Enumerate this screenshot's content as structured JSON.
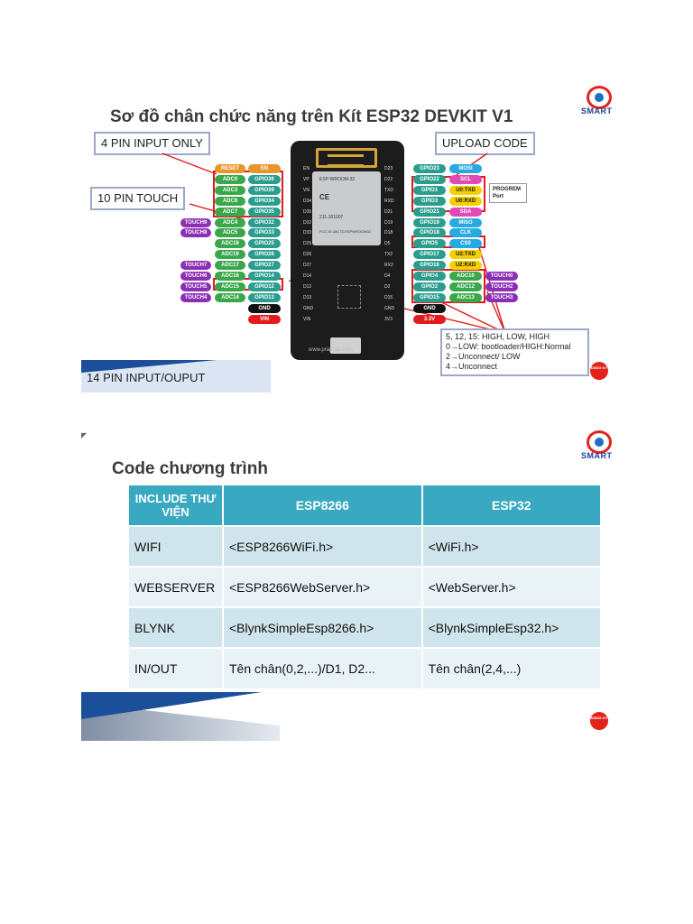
{
  "slide1": {
    "title": "Sơ đồ chân chức năng trên Kít ESP32 DEVKIT V1",
    "callouts": {
      "input_only": "4 PIN INPUT ONLY",
      "touch": "10 PIN TOUCH",
      "upload": "UPLOAD CODE",
      "io": "14 PIN INPUT/OUPUT"
    },
    "logo_text": "SMART",
    "register_badge": "ĐĂNG KÝ",
    "board": {
      "module_name": "ESP-WROOM-32",
      "module_lines": [
        "CE",
        "211-161007"
      ],
      "module_code": "FCC ID:2AC7Z-ESPWROOM32",
      "site": "www.praphas.com"
    },
    "program_port": "PROGREM Port",
    "note": [
      "5, 12, 15: HIGH, LOW, HIGH",
      "0→LOW: bootloader/HIGH:Normal",
      "2→Unconnect/ LOW",
      "4→Unconnect"
    ],
    "left_pins": [
      {
        "board": "EN",
        "gpio": "EN",
        "adc": "RESET",
        "touch": ""
      },
      {
        "board": "VP",
        "gpio": "GPIO36",
        "adc": "ADC0",
        "touch": ""
      },
      {
        "board": "VN",
        "gpio": "GPIO39",
        "adc": "ADC3",
        "touch": ""
      },
      {
        "board": "D34",
        "gpio": "GPIO34",
        "adc": "ADC6",
        "touch": ""
      },
      {
        "board": "D35",
        "gpio": "GPIO35",
        "adc": "ADC7",
        "touch": ""
      },
      {
        "board": "D32",
        "gpio": "GPIO32",
        "adc": "ADC4",
        "touch": "TOUCH9"
      },
      {
        "board": "D33",
        "gpio": "GPIO33",
        "adc": "ADC5",
        "touch": "TOUCH8"
      },
      {
        "board": "D25",
        "gpio": "GPIO25",
        "adc": "ADC18",
        "touch": ""
      },
      {
        "board": "D26",
        "gpio": "GPIO26",
        "adc": "ADC19",
        "touch": ""
      },
      {
        "board": "D27",
        "gpio": "GPIO27",
        "adc": "ADC17",
        "touch": "TOUCH7"
      },
      {
        "board": "D14",
        "gpio": "GPIO14",
        "adc": "ADC16",
        "touch": "TOUCH6"
      },
      {
        "board": "D12",
        "gpio": "GPIO12",
        "adc": "ADC15",
        "touch": "TOUCH5"
      },
      {
        "board": "D13",
        "gpio": "GPIO13",
        "adc": "ADC14",
        "touch": "TOUCH4"
      },
      {
        "board": "GND",
        "gpio": "GND",
        "adc": "",
        "touch": ""
      },
      {
        "board": "VIN",
        "gpio": "VIN",
        "adc": "",
        "touch": ""
      }
    ],
    "right_pins": [
      {
        "board": "D23",
        "gpio": "GPIO23",
        "func": "MOSI",
        "touch": ""
      },
      {
        "board": "D22",
        "gpio": "GPIO22",
        "func": "SCL",
        "touch": ""
      },
      {
        "board": "TXD",
        "gpio": "GPIO1",
        "func": "U0:TXD",
        "touch": ""
      },
      {
        "board": "RXD",
        "gpio": "GPIO3",
        "func": "U0:RXD",
        "touch": ""
      },
      {
        "board": "D21",
        "gpio": "GPIO21",
        "func": "SDA",
        "touch": ""
      },
      {
        "board": "D19",
        "gpio": "GPIO19",
        "func": "MISO",
        "touch": ""
      },
      {
        "board": "D18",
        "gpio": "GPIO18",
        "func": "CLK",
        "touch": ""
      },
      {
        "board": "D5",
        "gpio": "GPIO5",
        "func": "CS0",
        "touch": ""
      },
      {
        "board": "TX2",
        "gpio": "GPIO17",
        "func": "U2:TXD",
        "touch": ""
      },
      {
        "board": "RX2",
        "gpio": "GPIO16",
        "func": "U2:RXD",
        "touch": ""
      },
      {
        "board": "D4",
        "gpio": "GPIO4",
        "func": "ADC10",
        "touch": "TOUCH0"
      },
      {
        "board": "D2",
        "gpio": "GPIO2",
        "func": "ADC12",
        "touch": "TOUCH2"
      },
      {
        "board": "D15",
        "gpio": "GPIO15",
        "func": "ADC13",
        "touch": "TOUCH3"
      },
      {
        "board": "GND",
        "gpio": "GND",
        "func": "",
        "touch": ""
      },
      {
        "board": "3V3",
        "gpio": "3.3V",
        "func": "",
        "touch": ""
      }
    ]
  },
  "slide2": {
    "title": "Code chương trình",
    "logo_text": "SMART",
    "register_badge": "ĐĂNG KÝ",
    "table": {
      "headers": [
        "INCLUDE THƯ VIỆN",
        "ESP8266",
        "ESP32"
      ],
      "rows": [
        [
          "WIFI",
          "<ESP8266WiFi.h>",
          "<WiFi.h>"
        ],
        [
          "WEBSERVER",
          "<ESP8266WebServer.h>",
          "<WebServer.h>"
        ],
        [
          "BLYNK",
          "<BlynkSimpleEsp8266.h>",
          "<BlynkSimpleEsp32.h>"
        ],
        [
          "IN/OUT",
          "Tên chân(0,2,...)/D1, D2...",
          "Tên chân(2,4,...)"
        ]
      ]
    }
  },
  "colors": {
    "gpio": "#2a9d8f",
    "adc": "#3aa84a",
    "touch": "#8b2fb5",
    "reset": "#e8962b",
    "power_red": "#e21c1c",
    "gnd": "#111111",
    "spi": "#27a9e1",
    "i2c": "#e04ab5",
    "uart": "#f5d000",
    "table_header": "#39a9c2"
  }
}
